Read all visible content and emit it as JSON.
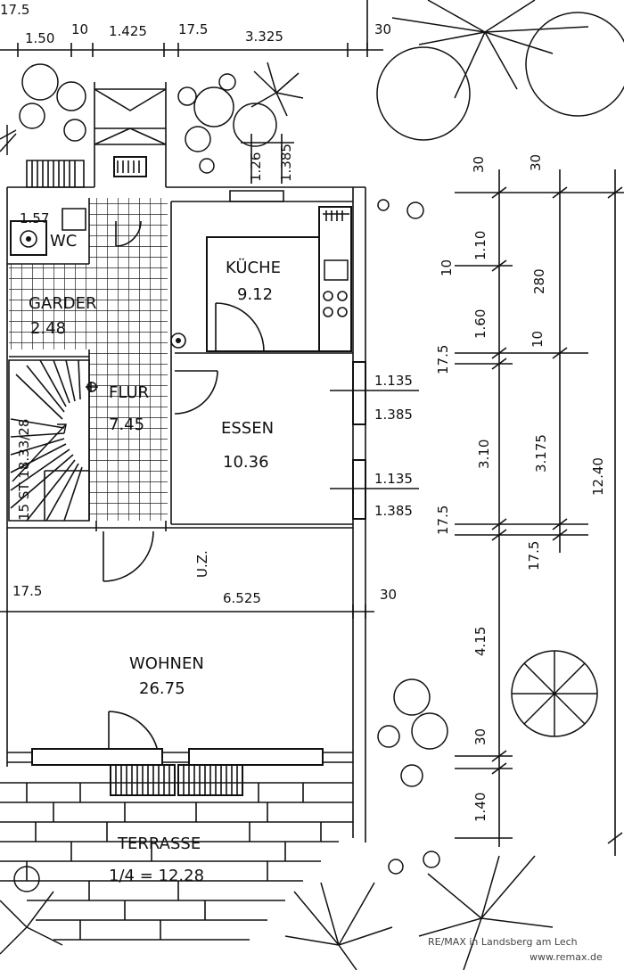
{
  "rooms": {
    "kueche": {
      "name": "KÜCHE",
      "area": "9.12"
    },
    "wc": {
      "name": "WC",
      "dim": "1.57"
    },
    "garder": {
      "name": "GARDER",
      "area": "2.48"
    },
    "flur": {
      "name": "FLUR",
      "area": "7.45"
    },
    "essen": {
      "name": "ESSEN",
      "area": "10.36"
    },
    "wohnen": {
      "name": "WOHNEN",
      "area": "26.75"
    },
    "terrasse": {
      "name": "TERRASSE",
      "area": "1/4 = 12.28"
    },
    "stair": {
      "label": "15 ST 18.33/28"
    },
    "uz": {
      "label": "U.Z."
    }
  },
  "dimensions": {
    "top": [
      "17.5",
      "1.50",
      "10",
      "1.425",
      "17.5",
      "3.325",
      "30"
    ],
    "window_top": [
      "1.26",
      "1.385"
    ],
    "essen_windows": [
      "1.135",
      "1.385",
      "1.135",
      "1.385"
    ],
    "inner_vertical": [
      "17.5",
      "1.60",
      "1.10",
      "10",
      "30",
      "3.10",
      "17.5",
      "4.15",
      "30",
      "1.40"
    ],
    "outer_vertical": [
      "30",
      "280",
      "10",
      "3.175",
      "17.5",
      "12.40"
    ],
    "wohnen": {
      "width": "6.525",
      "left": "17.5",
      "right": "30"
    }
  },
  "watermark": {
    "line1": "RE/MAX in Landsberg am Lech",
    "line2": "www.remax.de"
  }
}
